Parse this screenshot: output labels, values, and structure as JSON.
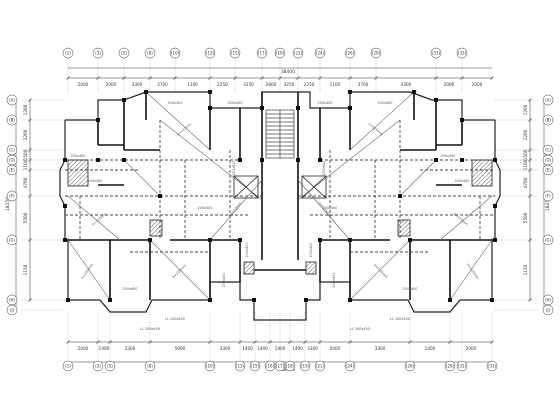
{
  "drawing": {
    "total_width_label": "38400",
    "total_height_left_label": "18250",
    "total_height_right_label": "18250"
  },
  "axes_top": [
    "(1)",
    "(3)",
    "(5)",
    "(8)",
    "(10)",
    "(13)",
    "(15)",
    "(17)",
    "(19)",
    "(21)",
    "(24)",
    "(26)",
    "(29)",
    "(31)",
    "(33)"
  ],
  "axes_bottom": [
    "(1)",
    "(3)",
    "(5)",
    "(8)",
    "(10)",
    "(13)",
    "(15)",
    "(16)",
    "(17)",
    "(18)",
    "(19)",
    "(21)",
    "(24)",
    "(26)",
    "(29)",
    "(31)",
    "(33)"
  ],
  "axes_left": [
    "(A)",
    "(B)",
    "(C)",
    "(D)",
    "(E)",
    "(F)",
    "(G)",
    "(H)",
    "(J)"
  ],
  "axes_right": [
    "(A)",
    "(B)",
    "(C)",
    "(D)",
    "(E)",
    "(F)",
    "(G)",
    "(H)",
    "(J)"
  ],
  "dims_top": [
    "2000",
    "2000",
    "3300",
    "3700",
    "1100",
    "2250",
    "3250",
    "2800",
    "3250",
    "2250",
    "1100",
    "3700",
    "3300",
    "2000",
    "2000"
  ],
  "dims_bottom": [
    "2000",
    "1400",
    "3300",
    "5000",
    "3300",
    "1400",
    "1400",
    "1400",
    "1400",
    "3300",
    "5000",
    "3300",
    "1400",
    "2000"
  ],
  "dims_left": [
    "1200",
    "2200",
    "1500",
    "1100",
    "4700",
    "5500",
    "1150"
  ],
  "dims_right": [
    "1200",
    "2200",
    "1500",
    "1100",
    "4700",
    "5500",
    "1150"
  ],
  "beam_labels": [
    "200x400",
    "200x400",
    "200x400",
    "200x400",
    "200x400",
    "200x400",
    "250x600",
    "250x600",
    "200x400",
    "200x400",
    "200x400",
    "200x400",
    "200x400",
    "200x400",
    "250x600",
    "250x600",
    "LL 200x400",
    "LL 200x400",
    "LL 200x400",
    "LL 200x400",
    "200x400",
    "200x400"
  ],
  "slab_labels": [
    "h=120mm",
    "h=120mm",
    "h=120mm",
    "h=120mm",
    "h=120mm",
    "h=120mm",
    "h=100mm",
    "h=100mm",
    "h=110mm",
    "h=110mm"
  ]
}
